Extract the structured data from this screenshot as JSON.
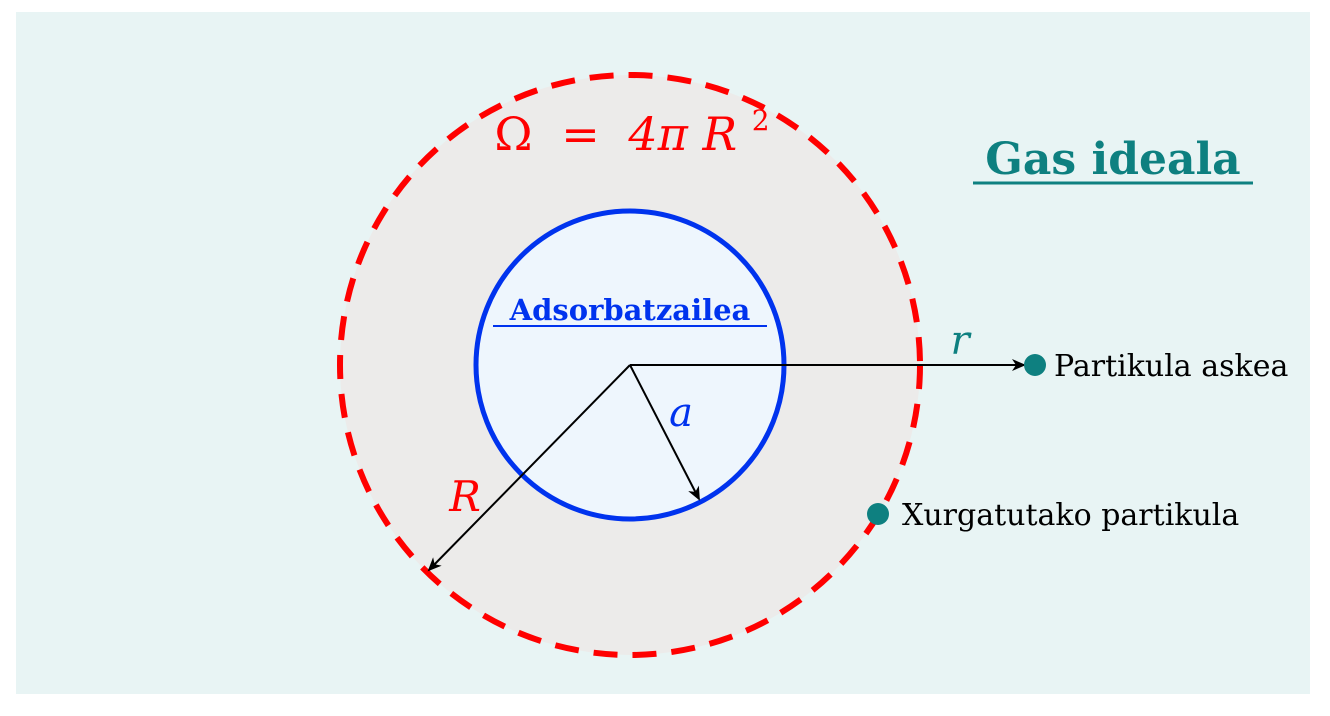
{
  "title": "Gas ideala",
  "inner_label": "Adsorbatzailea",
  "omega_label": {
    "omega": "Ω",
    "eq": "=",
    "coef": "4π",
    "var": "R",
    "exp": "2"
  },
  "radius_labels": {
    "R": "R",
    "a": "a",
    "r": "r"
  },
  "legend": {
    "free": "Partikula askea",
    "adsorbed": "Xurgatutako partikula"
  },
  "colors": {
    "background": "#e8f4f4",
    "outer_fill": "#ecebea",
    "outer_stroke": "#ff0000",
    "inner_fill": "#eef6fd",
    "inner_stroke": "#0033ee",
    "teal": "#0e8080",
    "arrow": "#000000"
  }
}
